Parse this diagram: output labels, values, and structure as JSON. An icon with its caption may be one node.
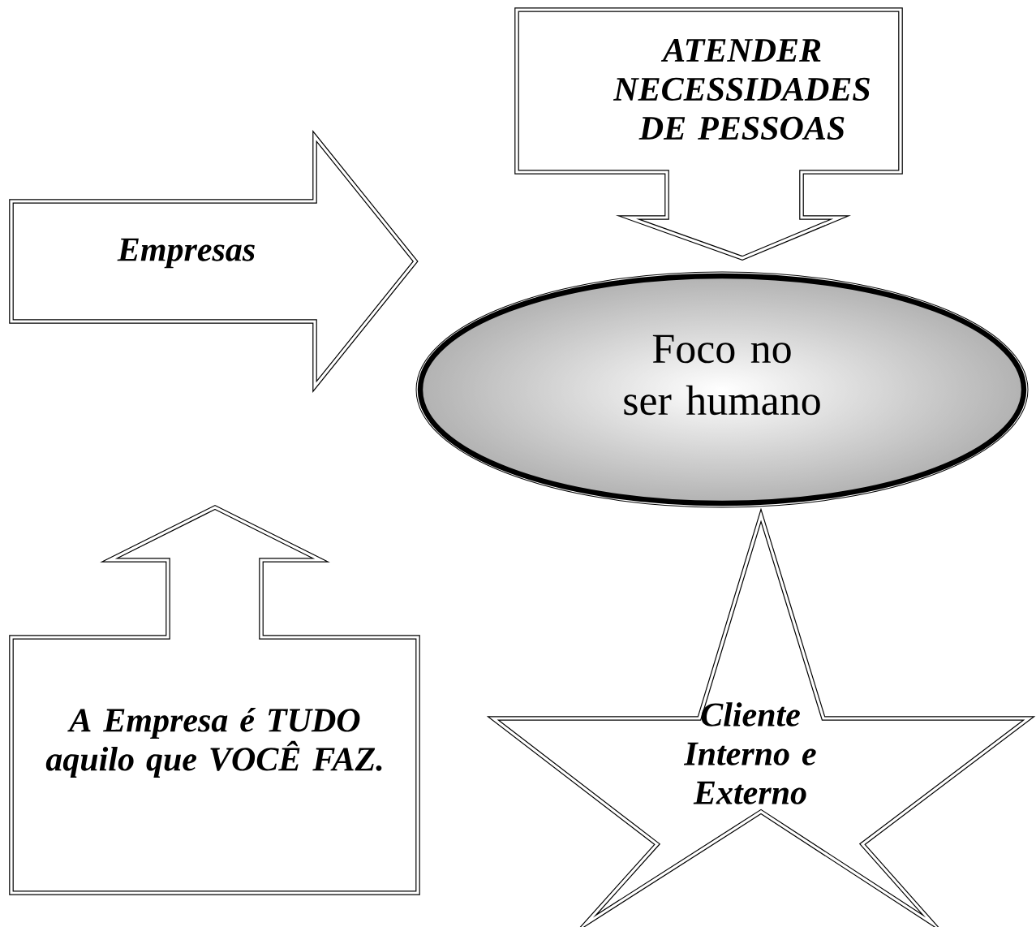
{
  "diagram": {
    "nodes": [
      {
        "text": [
          "ATENDER NECESSIDADES DE PESSOAS"
        ]
      },
      {
        "text": [
          "Empresas"
        ]
      },
      {
        "text": [
          "Foco no ser humano"
        ]
      },
      {
        "text": [
          "A Empresa é TUDO aquilo que VOCÊ FAZ."
        ]
      },
      {
        "text": [
          "Cliente Interno e Externo"
        ]
      }
    ]
  }
}
